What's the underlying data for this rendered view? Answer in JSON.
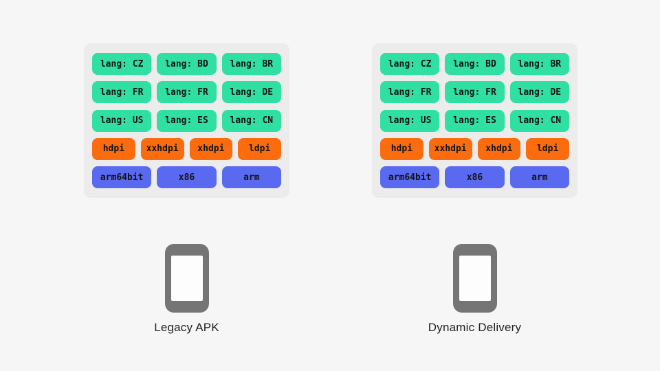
{
  "colors": {
    "page_bg": "#f6f6f7",
    "panel_bg": "#ececec",
    "lang_chip": "#2fe0a2",
    "dpi_chip": "#fa6c0d",
    "abi_chip": "#5a6af0",
    "chip_text": "#131313",
    "phone_gray": "#757575",
    "screen_bg": "#fdfdfd",
    "caption_text": "#202124"
  },
  "icons": {
    "phone": "phone-icon"
  },
  "panels": [
    {
      "caption": "Legacy APK",
      "rows": [
        {
          "type": "lang",
          "chips": [
            "lang: CZ",
            "lang: BD",
            "lang: BR"
          ]
        },
        {
          "type": "lang",
          "chips": [
            "lang: FR",
            "lang: FR",
            "lang: DE"
          ]
        },
        {
          "type": "lang",
          "chips": [
            "lang: US",
            "lang: ES",
            "lang: CN"
          ]
        },
        {
          "type": "dpi",
          "chips": [
            "hdpi",
            "xxhdpi",
            "xhdpi",
            "ldpi"
          ]
        },
        {
          "type": "abi",
          "chips": [
            "arm64bit",
            "x86",
            "arm"
          ]
        }
      ]
    },
    {
      "caption": "Dynamic Delivery",
      "rows": [
        {
          "type": "lang",
          "chips": [
            "lang: CZ",
            "lang: BD",
            "lang: BR"
          ]
        },
        {
          "type": "lang",
          "chips": [
            "lang: FR",
            "lang: FR",
            "lang: DE"
          ]
        },
        {
          "type": "lang",
          "chips": [
            "lang: US",
            "lang: ES",
            "lang: CN"
          ]
        },
        {
          "type": "dpi",
          "chips": [
            "hdpi",
            "xxhdpi",
            "xhdpi",
            "ldpi"
          ]
        },
        {
          "type": "abi",
          "chips": [
            "arm64bit",
            "x86",
            "arm"
          ]
        }
      ]
    }
  ]
}
